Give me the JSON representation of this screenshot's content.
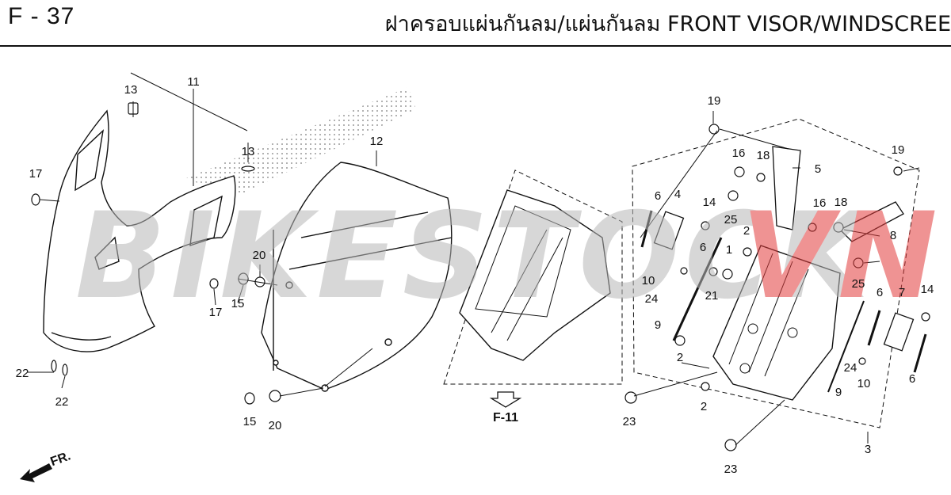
{
  "header": {
    "code": "F - 37",
    "title": "ฝาครอบแผ่นกันลม/แผ่นกันลม  FRONT VISOR/WINDSCREE"
  },
  "watermark": {
    "text_main": "BIKESTOCK",
    "text_accent": "VN",
    "color_main": "#b8b8b8",
    "color_accent": "#e23b3b"
  },
  "diagram": {
    "ref_label": "F-11",
    "direction_label": "FR.",
    "callouts": [
      "13",
      "11",
      "13",
      "12",
      "17",
      "20",
      "15",
      "17",
      "22",
      "22",
      "15",
      "20",
      "19",
      "16",
      "18",
      "5",
      "6",
      "4",
      "14",
      "25",
      "6",
      "2",
      "1",
      "10",
      "24",
      "21",
      "9",
      "19",
      "16",
      "18",
      "8",
      "25",
      "14",
      "6",
      "7",
      "2",
      "2",
      "24",
      "10",
      "6",
      "9",
      "23",
      "23",
      "3"
    ]
  },
  "colors": {
    "line": "#111111",
    "part_fill": "#ffffff",
    "shade": "#d0d0d0"
  }
}
